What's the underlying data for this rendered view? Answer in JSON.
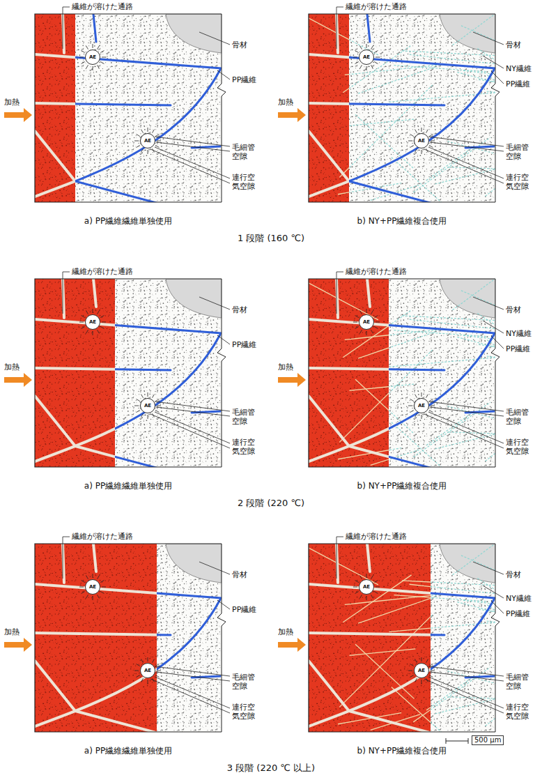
{
  "diagram": {
    "nodes": [
      {
        "text": [
          "AE"
        ]
      },
      {
        "text": [
          "AE"
        ]
      },
      {
        "text": [
          "AE"
        ]
      },
      {
        "text": [
          "AE"
        ]
      },
      {
        "text": [
          "AE"
        ]
      },
      {
        "text": [
          "AE"
        ]
      },
      {
        "text": [
          "AE"
        ]
      },
      {
        "text": [
          "AE"
        ]
      },
      {
        "text": [
          "AE"
        ]
      },
      {
        "text": [
          "AE"
        ]
      },
      {
        "text": [
          "AE"
        ]
      },
      {
        "text": [
          "AE"
        ]
      }
    ],
    "labels": [
      "繊維が溶けた通路",
      "骨材",
      "PP繊維",
      "毛細管 空隙",
      "連行空 気空隙",
      "加熱",
      "a) PP繊維繊維単独使用",
      "繊維が溶けた通路",
      "骨材",
      "NY繊維",
      "PP繊維",
      "毛細管 空隙",
      "連行空 気空隙",
      "加熱",
      "b) NY+PP繊維複合使用",
      "1 段階 (160 ℃)",
      "繊維が溶けた通路",
      "骨材",
      "PP繊維",
      "毛細管 空隙",
      "連行空 気空隙",
      "加熱",
      "a) PP繊維繊維単独使用",
      "繊維が溶けた通路",
      "骨材",
      "NY繊維",
      "PP繊維",
      "毛細管 空隙",
      "連行空 気空隙",
      "加熱",
      "b) NY+PP繊維複合使用",
      "2 段階 (220 ℃)",
      "繊維が溶けた通路",
      "骨材",
      "PP繊維",
      "毛細管 空隙",
      "連行空 気空隙",
      "加熱",
      "a) PP繊維繊維単独使用",
      "繊維が溶けた通路",
      "骨材",
      "NY繊維",
      "PP繊維",
      "毛細管 空隙",
      "連行空 気空隙",
      "加熱",
      "b) NY+PP繊維複合使用",
      "500 μm",
      "3 段階 (220 ℃ 以上)"
    ]
  }
}
